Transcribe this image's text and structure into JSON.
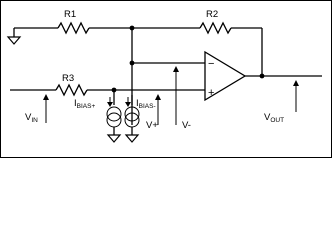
{
  "components": {
    "r1": "R1",
    "r2": "R2",
    "r3": "R3"
  },
  "labels": {
    "vin_main": "V",
    "vin_sub": "IN",
    "ibias_plus_main": "I",
    "ibias_plus_sub": "BIAS+",
    "ibias_minus_main": "I",
    "ibias_minus_sub": "BIAS-",
    "vplus": "V+",
    "vminus": "V-",
    "vout_main": "V",
    "vout_sub": "OUT"
  },
  "opamp": {
    "inverting_sign": "−",
    "noninverting_sign": "+"
  }
}
